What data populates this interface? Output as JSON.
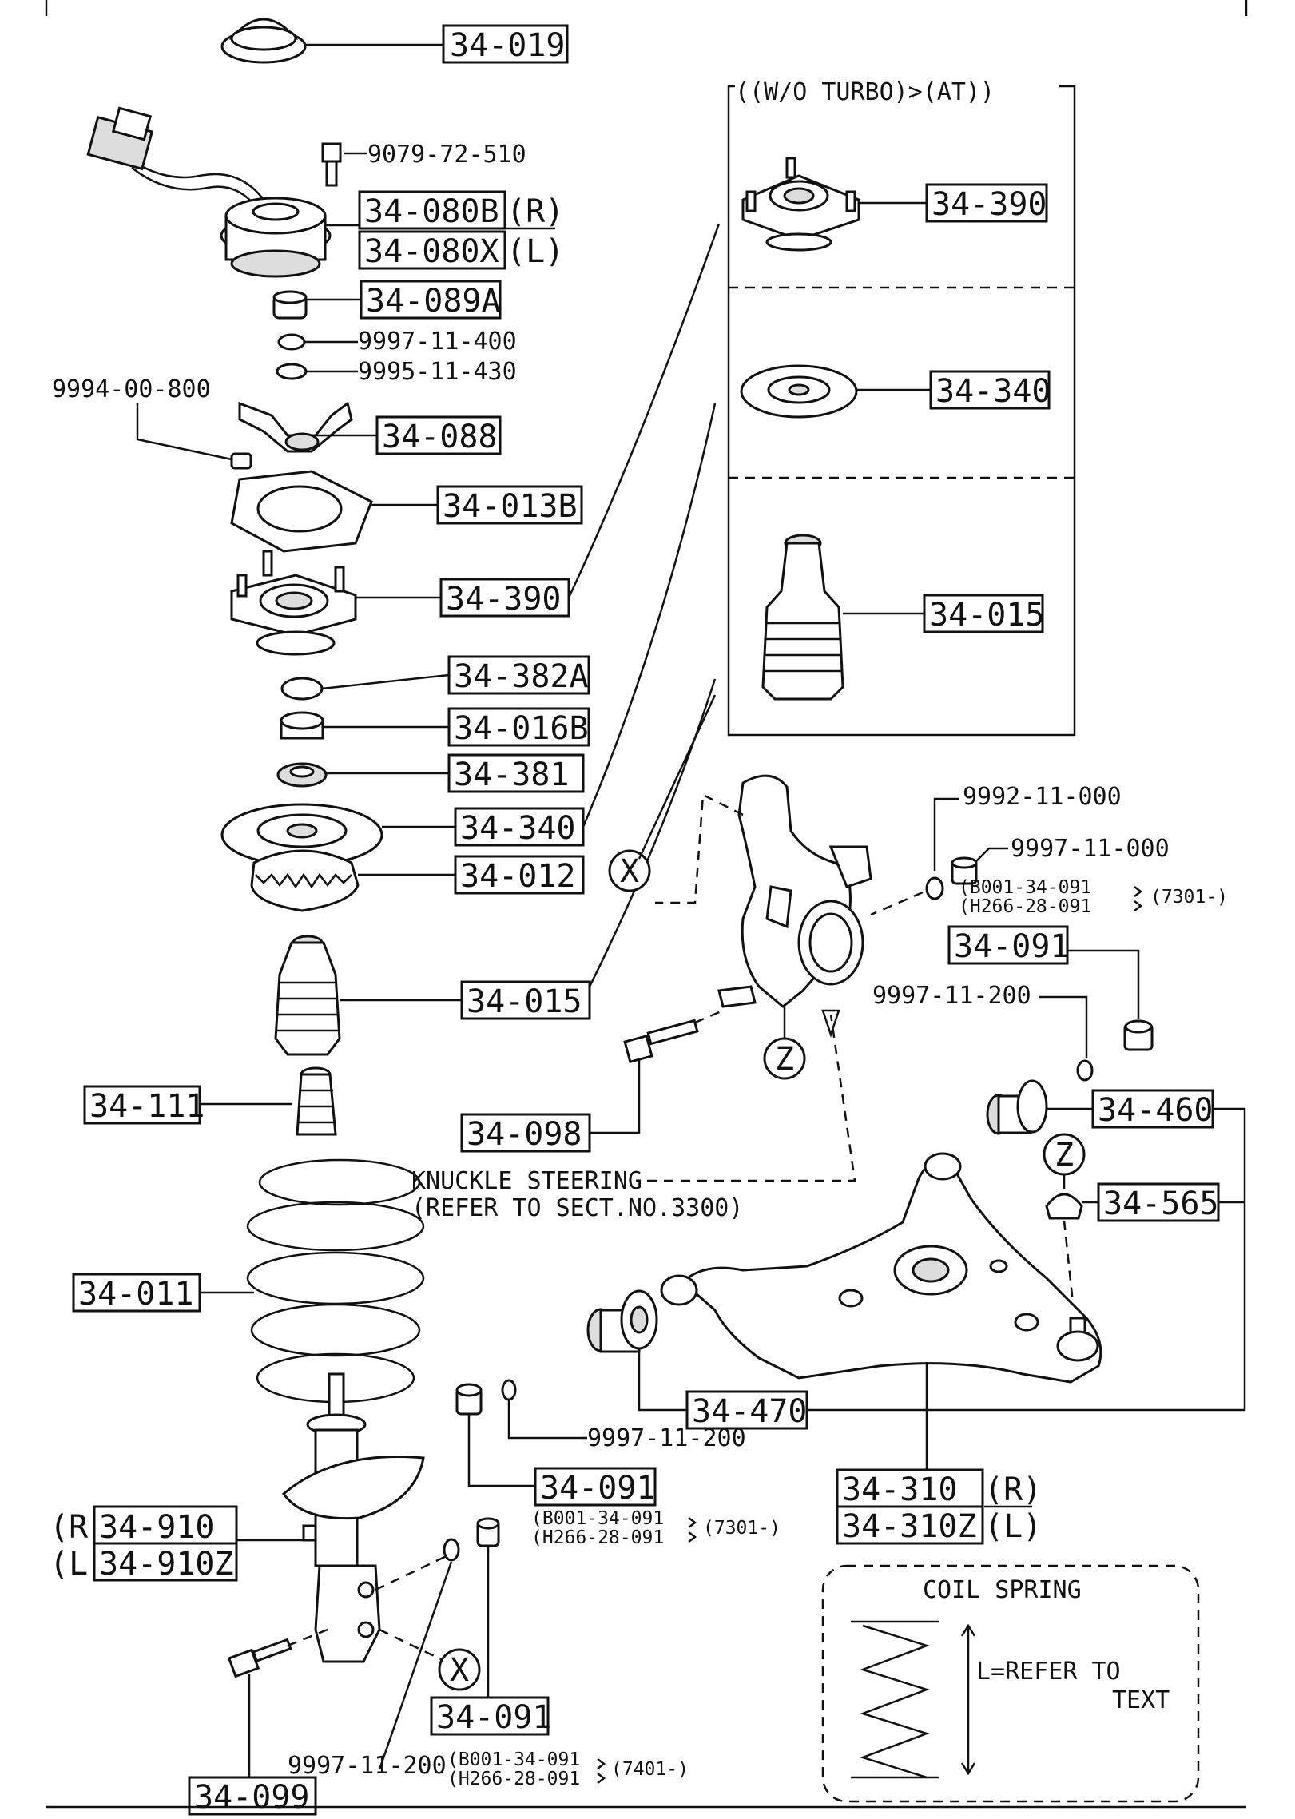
{
  "callouts": {
    "p34_019": "34-019",
    "p9079": "9079-72-510",
    "p34_080b": "34-080B",
    "r1": "(R)",
    "p34_080x": "34-080X",
    "l1": "(L)",
    "p34_089a": "34-089A",
    "p9997_400": "9997-11-400",
    "p9995_430": "9995-11-430",
    "p9994_800": "9994-00-800",
    "p34_088": "34-088",
    "p34_013b": "34-013B",
    "p34_390": "34-390",
    "p34_382a": "34-382A",
    "p34_016b": "34-016B",
    "p34_381": "34-381",
    "p34_340": "34-340",
    "p34_012": "34-012",
    "p34_015": "34-015",
    "p34_111": "34-111",
    "p34_098": "34-098",
    "p34_011": "34-011",
    "p9997_200_a": "9997-11-200",
    "p9997_200_b": "9997-11-200",
    "p9997_200_c": "9997-11-200",
    "p9992_000": "9992-11-000",
    "p9997_000": "9997-11-000",
    "p34_091_a": "34-091",
    "p34_091_b": "34-091",
    "p34_091_c": "34-091",
    "sub_b001_a": "(B001-34-091",
    "sub_h266_a": "(H266-28-091",
    "sub_7301_a": "(7301-)",
    "sub_b001_b": "(B001-34-091",
    "sub_h266_b": "(H266-28-091",
    "sub_7301_b": "(7301-)",
    "sub_b001_c": "(B001-34-091",
    "sub_h266_c": "(H266-28-091",
    "sub_7401_c": "(7401-)",
    "p34_460": "34-460",
    "p34_565": "34-565",
    "p34_470": "34-470",
    "p34_310": "34-310",
    "r2": "(R)",
    "p34_310z": "34-310Z",
    "l2": "(L)",
    "r3": "(R)",
    "p34_910": "34-910",
    "l3": "(L)",
    "p34_910z": "34-910Z",
    "p34_099": "34-099",
    "x_mark": "X",
    "z_mark": "Z"
  },
  "inset": {
    "title": "((W/O TURBO)>(AT))",
    "p34_390": "34-390",
    "p34_340": "34-340",
    "p34_015": "34-015"
  },
  "notes": {
    "knuckle_line1": "KNUCKLE STEERING",
    "knuckle_line2": "(REFER TO SECT.NO.3300)"
  },
  "coil_box": {
    "title": "COIL SPRING",
    "l_refer": "L=REFER TO",
    "text": "TEXT"
  }
}
